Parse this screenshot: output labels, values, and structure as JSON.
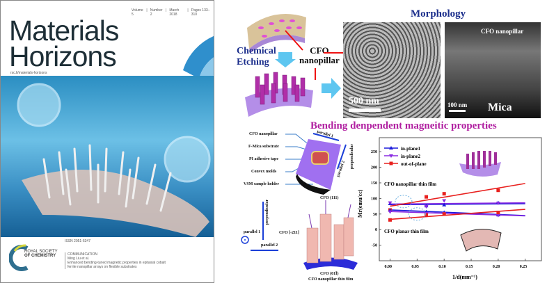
{
  "cover": {
    "issue_line": [
      "Volume 5",
      "Number 2",
      "March 2018",
      "Pages 133–310"
    ],
    "journal_title_line1": "Materials",
    "journal_title_line2": "Horizons",
    "url": "rsc.li/materials-horizons",
    "issn": "ISSN 2051-6347",
    "publisher": {
      "line1": "ROYAL SOCIETY",
      "line2": "OF CHEMISTRY"
    },
    "article_type": "COMMUNICATION",
    "authors": "Ming Liu et al.",
    "article_title": "Enhanced bending-tuned magnetic properties in epitaxial cobalt ferrite nanopillar arrays on flexible substrates"
  },
  "abstract": {
    "morphology_title": "Morphology",
    "chemical_etching": [
      "Chemical",
      "Etching"
    ],
    "cfo_nanopillar_label": [
      "CFO",
      "nanopillar"
    ],
    "sem_scale": "500 nm",
    "tem_label": "CFO nanopillar",
    "tem_scale": "100 nm",
    "tem_substrate": "Mica",
    "bending_title": "Bending denpendent magneitic properties",
    "setup_labels": [
      "CFO nanopillar",
      "F-Mica substrate",
      "PI adhesive tape",
      "Convex molds",
      "VSM sample holder"
    ],
    "directions": {
      "parallel1": "parallel 1",
      "parallel2": "parallel 2",
      "perpendicular": "perpendicular"
    },
    "crystal": {
      "top": "CFO (111)",
      "side": "CFO [-211]",
      "bottom": "CFO (01Ī)",
      "caption": "CFO nanopillar thin film"
    }
  },
  "chart_data": {
    "type": "scatter",
    "xlabel": "1/d(mm⁻¹)",
    "ylabel": "Mr(emu/cc)",
    "xlim": [
      -0.02,
      0.28
    ],
    "ylim": [
      -100,
      295
    ],
    "xticks": [
      "0.00",
      "0.05",
      "0.10",
      "0.15",
      "0.20",
      "0.25"
    ],
    "yticks": [
      "-50",
      "0",
      "50",
      "100",
      "150",
      "200",
      "250"
    ],
    "legend_position": "top-left",
    "annotations": [
      "CFO nanopillar thin film",
      "CFO planar thin film"
    ],
    "series": [
      {
        "name": "in-plane1",
        "color": "#1a1adb",
        "marker": "triangle-up",
        "legend": true,
        "points": [
          [
            0,
            83
          ],
          [
            0.067,
            76
          ],
          [
            0.1,
            79
          ],
          [
            0.2,
            86
          ]
        ],
        "fit": [
          [
            0,
            80
          ],
          [
            0.25,
            83
          ]
        ]
      },
      {
        "name": "in-plane2",
        "color": "#8a2be2",
        "marker": "triangle-down",
        "legend": true,
        "points": [
          [
            0,
            86
          ],
          [
            0.067,
            74
          ],
          [
            0.1,
            93
          ],
          [
            0.2,
            85
          ]
        ],
        "fit": [
          [
            0,
            82
          ],
          [
            0.25,
            86
          ]
        ]
      },
      {
        "name": "out-of-plane",
        "color": "#e8201e",
        "marker": "square",
        "legend": true,
        "points": [
          [
            0,
            63
          ],
          [
            0.067,
            105
          ],
          [
            0.1,
            115
          ],
          [
            0.2,
            126
          ]
        ],
        "fit": [
          [
            0,
            75
          ],
          [
            0.25,
            148
          ]
        ]
      },
      {
        "name": "in-plane1 (planar)",
        "color": "#1a1adb",
        "marker": "triangle-up",
        "legend": false,
        "points": [
          [
            0,
            62
          ],
          [
            0.067,
            57
          ],
          [
            0.1,
            55
          ],
          [
            0.2,
            47
          ]
        ],
        "fit": [
          [
            0,
            63
          ],
          [
            0.25,
            45
          ]
        ]
      },
      {
        "name": "in-plane2 (planar)",
        "color": "#8a2be2",
        "marker": "triangle-down",
        "legend": false,
        "points": [
          [
            0,
            57
          ],
          [
            0.067,
            52
          ],
          [
            0.1,
            52
          ],
          [
            0.2,
            46
          ]
        ],
        "fit": [
          [
            0,
            58
          ],
          [
            0.25,
            44
          ]
        ]
      },
      {
        "name": "out-of-plane (planar)",
        "color": "#e8201e",
        "marker": "square",
        "legend": false,
        "points": [
          [
            0,
            31
          ],
          [
            0.067,
            47
          ],
          [
            0.1,
            50
          ],
          [
            0.2,
            55
          ]
        ],
        "fit": [
          [
            0,
            33
          ],
          [
            0.25,
            65
          ]
        ]
      }
    ]
  }
}
